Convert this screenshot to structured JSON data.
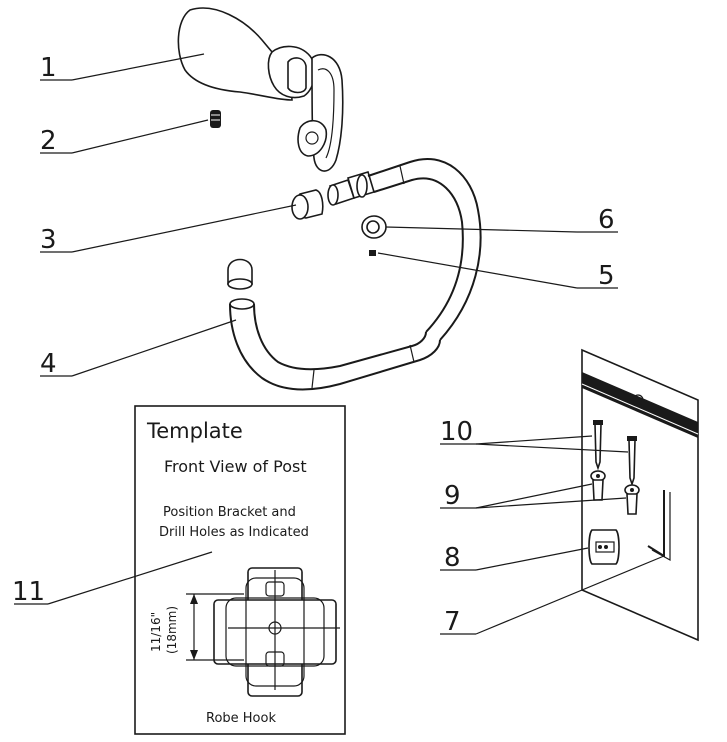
{
  "callouts": {
    "c1": "1",
    "c2": "2",
    "c3": "3",
    "c4": "4",
    "c5": "5",
    "c6": "6",
    "c7": "7",
    "c8": "8",
    "c9": "9",
    "c10": "10",
    "c11": "11"
  },
  "template": {
    "title": "Template",
    "subtitle": "Front View of Post",
    "instruction_line1": "Position Bracket and",
    "instruction_line2": "Drill Holes as Indicated",
    "dimension_imperial": "11/16\"",
    "dimension_metric": "(18mm)",
    "footer": "Robe Hook"
  }
}
